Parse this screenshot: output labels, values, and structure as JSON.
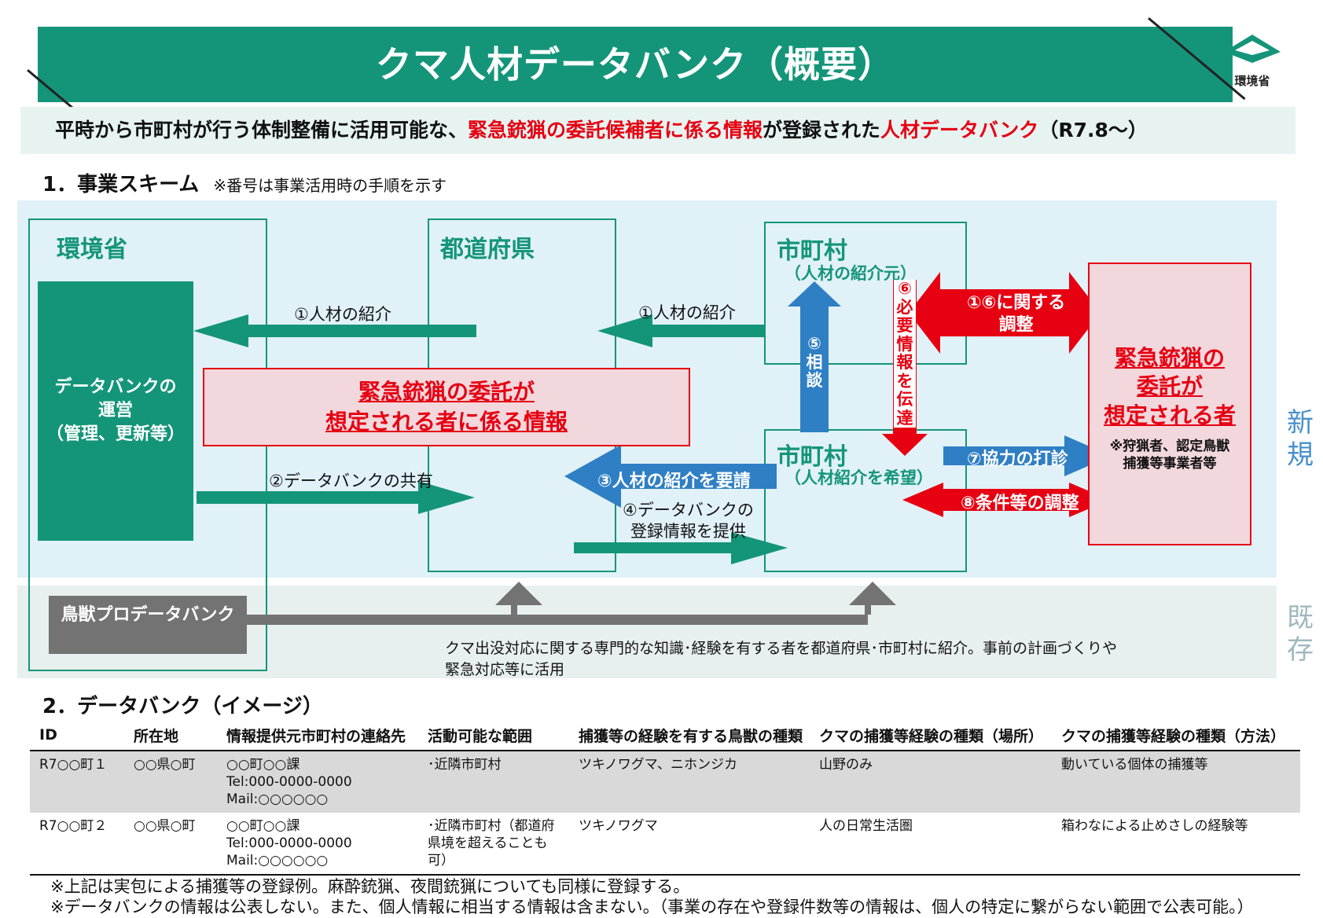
{
  "title": "クマ人材データバンク（概要）",
  "ministry_logo_text": "環境省",
  "subtitle": {
    "part1": "平時から市町村が行う体制整備に活用可能な、",
    "part2_red": "緊急銃猟の委託候補者に係る情報",
    "part3": "が登録された",
    "part4_red": "人材データバンク",
    "part5": "（R7.8～）"
  },
  "section1": {
    "heading": "1．事業スキーム",
    "note": "※番号は事業活用時の手順を示す"
  },
  "scheme": {
    "moe": "環境省",
    "prefecture": "都道府県",
    "municipality_source": {
      "name": "市町村",
      "sub": "（人材の紹介元）"
    },
    "municipality_want": {
      "name": "市町村",
      "sub": "（人材紹介を希望）"
    },
    "databank_ops": [
      "データバンクの",
      "運営",
      "（管理、更新等）"
    ],
    "info_box": [
      "緊急銃猟の委託が",
      "想定される者に係る情報"
    ],
    "candidates": {
      "title": [
        "緊急銃猟の",
        "委託が",
        "想定される者"
      ],
      "note": [
        "※狩猟者、認定鳥獣",
        "捕獲等事業者等"
      ]
    },
    "arrows": {
      "a1_left": "①人材の紹介",
      "a1_right": "①人材の紹介",
      "a2": "②データバンクの共有",
      "a3": "③人材の紹介を要請",
      "a4": [
        "④データバンクの",
        "登録情報を提供"
      ],
      "a5": "⑤相談",
      "a6": "⑥必要情報を伝達",
      "a16": [
        "①⑥に関する",
        "調整"
      ],
      "a7": "⑦協力の打診",
      "a8": "⑧条件等の調整"
    },
    "new_label": "新規",
    "existing_label": "既存",
    "choju": "鳥獣プロデータバンク",
    "choju_desc": [
      "クマ出没対応に関する専門的な知識･経験を有する者を都道府県･市町村に紹介。事前の計画づくりや",
      "緊急対応等に活用"
    ]
  },
  "section2": {
    "heading": "2．データバンク（イメージ）"
  },
  "table": {
    "headers": [
      "ID",
      "所在地",
      "情報提供元市町村の連絡先",
      "活動可能な範囲",
      "捕獲等の経験を有する鳥獣の種類",
      "クマの捕獲等経験の種類（場所）",
      "クマの捕獲等経験の種類（方法）"
    ],
    "rows": [
      {
        "id": "R7○○町１",
        "loc": "○○県○町",
        "contact": [
          "○○町○○課",
          "Tel:000-0000-0000",
          "Mail:○○○○○○"
        ],
        "range": "･近隣市町村",
        "species": "ツキノワグマ、ニホンジカ",
        "place": "山野のみ",
        "method": "動いている個体の捕獲等"
      },
      {
        "id": "R7○○町２",
        "loc": "○○県○町",
        "contact": [
          "○○町○○課",
          "Tel:000-0000-0000",
          "Mail:○○○○○○"
        ],
        "range": "･近隣市町村（都道府県境を超えることも可）",
        "species": "ツキノワグマ",
        "place": "人の日常生活圏",
        "method": "箱わなによる止めさしの経験等"
      }
    ]
  },
  "footnotes": [
    "※上記は実包による捕獲等の登録例。麻酔銃猟、夜間銃猟についても同様に登録する。",
    "※データバンクの情報は公表しない。また、個人情報に相当する情報は含まない。（事業の存在や登録件数等の情報は、個人の特定に繋がらない範囲で公表可能。）"
  ],
  "colors": {
    "teal": "#149579",
    "red": "#e60012",
    "blue": "#2f7fc4",
    "gray": "#737373"
  }
}
